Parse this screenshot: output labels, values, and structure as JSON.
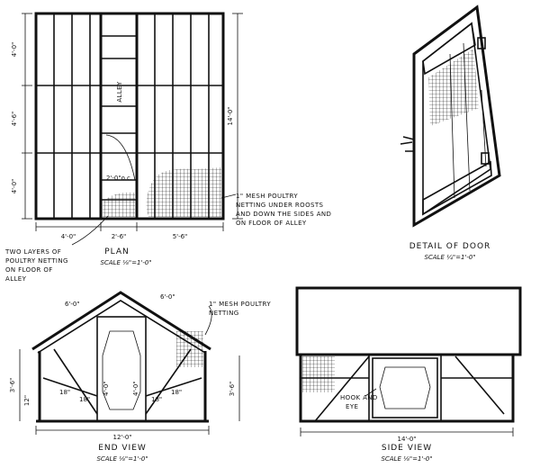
{
  "plan": {
    "dims_left": [
      "4'-0\"",
      "4'-6\"",
      "4'-0\""
    ],
    "dims_bottom": [
      "4'-0\"",
      "2'-6\"",
      "5'-6\""
    ],
    "dim_right": "14'-0\"",
    "alley_label": "ALLEY",
    "spacing_label": "2'-0\"o.c.",
    "mesh_note": [
      "1\" MESH POULTRY",
      "NETTING UNDER ROOSTS",
      "AND DOWN THE SIDES AND",
      "ON FLOOR OF ALLEY"
    ],
    "netting_note": [
      "TWO LAYERS OF",
      "POULTRY NETTING",
      "ON FLOOR OF",
      "ALLEY"
    ],
    "title": "PLAN",
    "scale": "SCALE ⅛\"=1'-0\""
  },
  "door": {
    "title": "DETAIL OF DOOR",
    "scale": "SCALE ¼\"=1'-0\""
  },
  "end_view": {
    "title": "END VIEW",
    "scale": "SCALE ⅛\"=1'-0\"",
    "dim_bottom": "12'-0\"",
    "dim_roof_left": "6'-0\"",
    "dim_roof_right": "6'-0\"",
    "dim_left": "3'-6\"",
    "dim_right": "3'-6\"",
    "dim_left_small": "12\"",
    "inner_dims": [
      "18\"",
      "18\"",
      "18\"",
      "18\"",
      "4'-0\"",
      "4'-0\""
    ],
    "mesh_note": [
      "1\" MESH POULTRY",
      "NETTING"
    ]
  },
  "side_view": {
    "title": "SIDE VIEW",
    "scale": "SCALE ⅛\"=1'-0\"",
    "dim_bottom": "14'-0\"",
    "hook_label": [
      "HOOK AND",
      "EYE"
    ]
  }
}
